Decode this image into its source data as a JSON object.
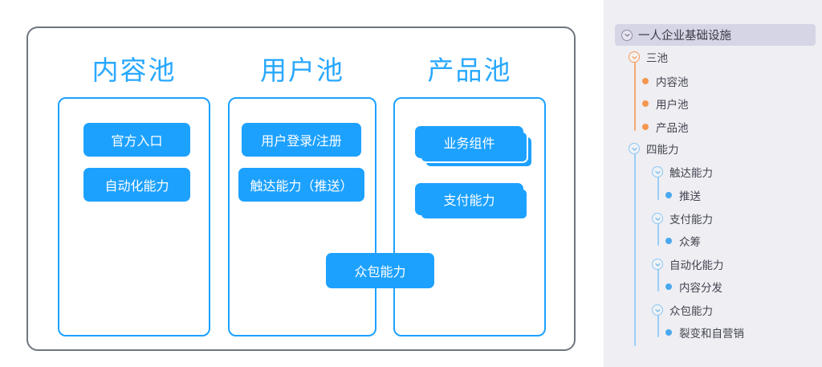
{
  "diagram": {
    "title": "一人企业基础设施",
    "columns": [
      {
        "title": "内容池",
        "chips": [
          {
            "label": "官方入口",
            "stacked": false
          },
          {
            "label": "自动化能力",
            "stacked": false
          }
        ]
      },
      {
        "title": "用户池",
        "chips": [
          {
            "label": "用户登录/注册",
            "stacked": false
          },
          {
            "label": "触达能力（推送）",
            "stacked": false
          }
        ]
      },
      {
        "title": "产品池",
        "chips": [
          {
            "label": "业务组件",
            "stacked": true
          },
          {
            "label": "支付能力",
            "stacked": true
          }
        ]
      }
    ],
    "floating_chip": {
      "label": "众包能力"
    },
    "colors": {
      "chip_blue": "#1da1ff",
      "title_blue": "#29a8ff",
      "outer_border_gray": "#6f7680",
      "column_border_blue": "#1da1ff"
    }
  },
  "tree": {
    "root": {
      "label": "一人企业基础设施",
      "icon": "chevron-down-circle-icon"
    },
    "groups": [
      {
        "label": "三池",
        "icon": "chevron-down-circle-icon",
        "accent": "#f5974f",
        "children": [
          {
            "label": "内容池",
            "icon": "bullet-dot-icon"
          },
          {
            "label": "用户池",
            "icon": "bullet-dot-icon"
          },
          {
            "label": "产品池",
            "icon": "bullet-dot-icon"
          }
        ]
      },
      {
        "label": "四能力",
        "icon": "chevron-down-circle-icon",
        "accent": "#4aa8f0",
        "children": [
          {
            "label": "触达能力",
            "icon": "chevron-down-circle-icon",
            "children": [
              {
                "label": "推送",
                "icon": "bullet-dot-icon"
              }
            ]
          },
          {
            "label": "支付能力",
            "icon": "chevron-down-circle-icon",
            "children": [
              {
                "label": "众筹",
                "icon": "bullet-dot-icon"
              }
            ]
          },
          {
            "label": "自动化能力",
            "icon": "chevron-down-circle-icon",
            "children": [
              {
                "label": "内容分发",
                "icon": "bullet-dot-icon"
              }
            ]
          },
          {
            "label": "众包能力",
            "icon": "chevron-down-circle-icon",
            "children": [
              {
                "label": "裂变和自营销",
                "icon": "bullet-dot-icon"
              }
            ]
          }
        ]
      }
    ],
    "colors": {
      "panel_bg": "#eeeef3",
      "root_band": "#d6d5e6",
      "orange": "#f5974f",
      "blue": "#4aa8f0",
      "text": "#444450"
    }
  }
}
